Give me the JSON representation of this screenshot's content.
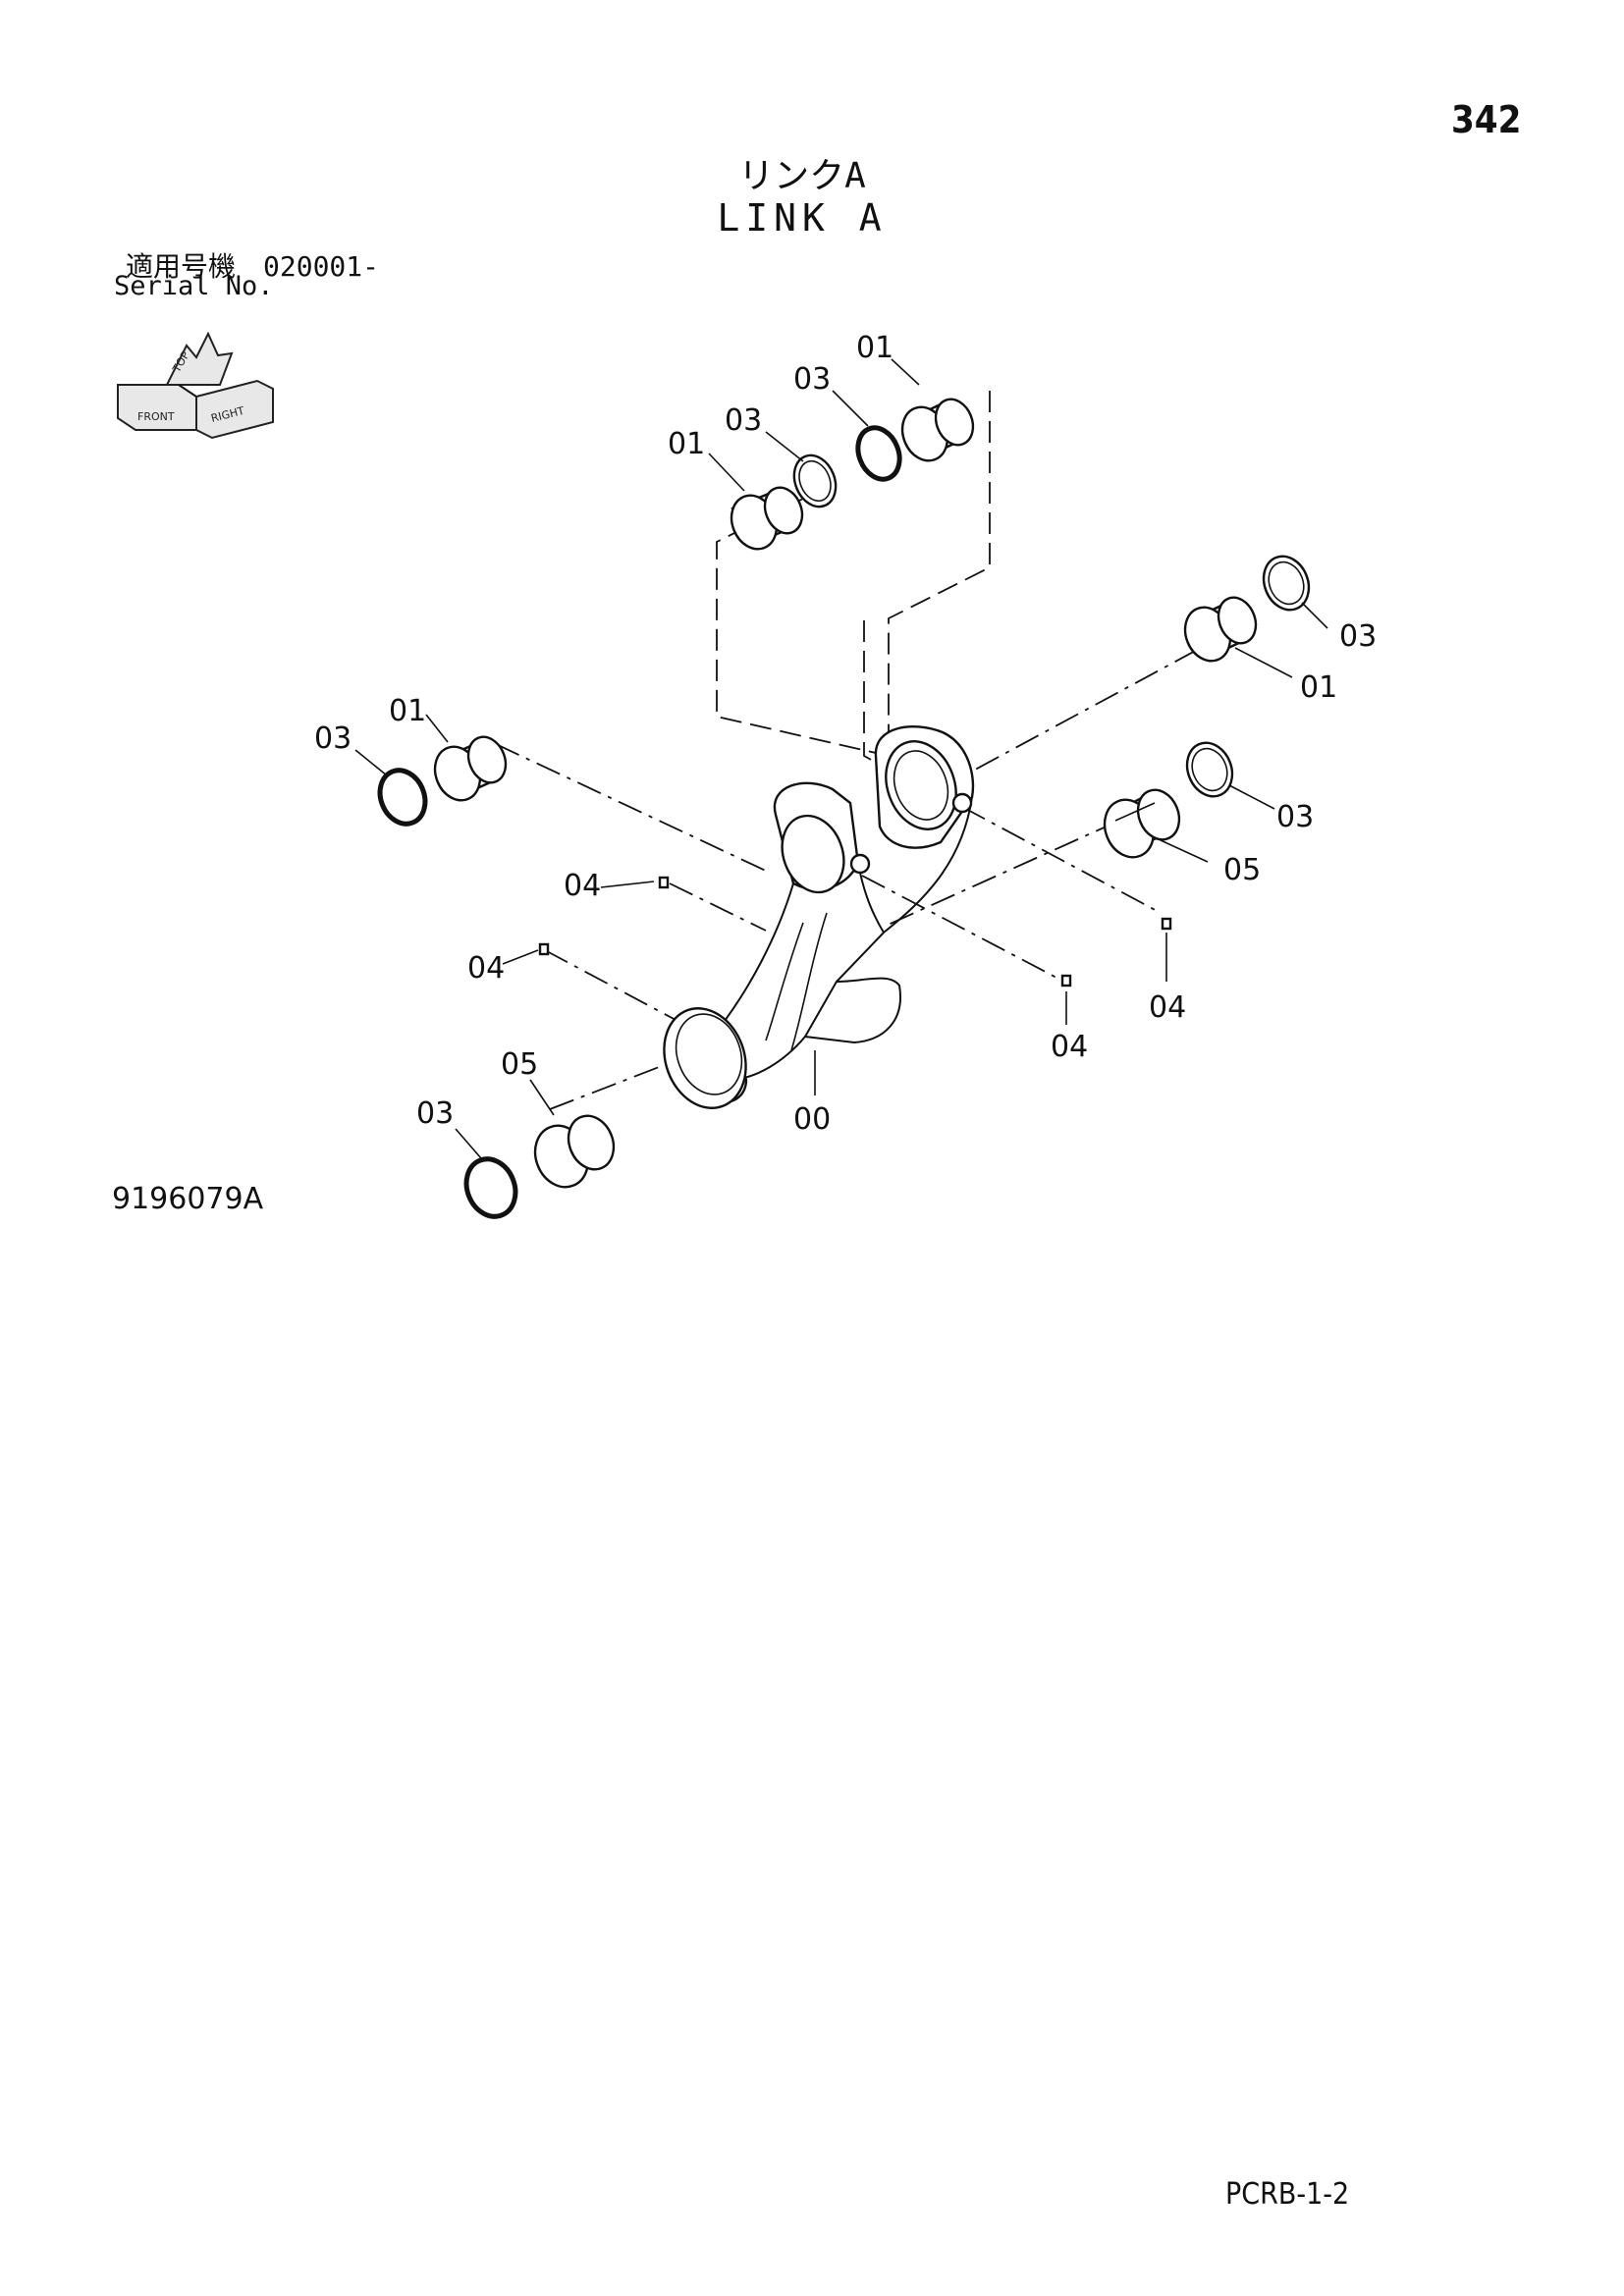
{
  "page_number": "342",
  "title_jp": "リンクA",
  "title_en": "LINK A",
  "serial_label_jp": "適用号機　020001-",
  "serial_label_en": "Serial No.",
  "drawing_number": "9196079A",
  "footer_code": "PCRB-1-2",
  "orientation_icon": {
    "labels": [
      "FRONT",
      "TOP",
      "RIGHT"
    ]
  },
  "callouts": {
    "c1": "01",
    "c2": "03",
    "c3": "01",
    "c4": "03",
    "c5": "03",
    "c6": "01",
    "c7": "01",
    "c8": "03",
    "c9": "03",
    "c10": "05",
    "c11": "04",
    "c12": "04",
    "c13": "04",
    "c14": "04",
    "c15": "05",
    "c16": "03",
    "c17": "00"
  }
}
